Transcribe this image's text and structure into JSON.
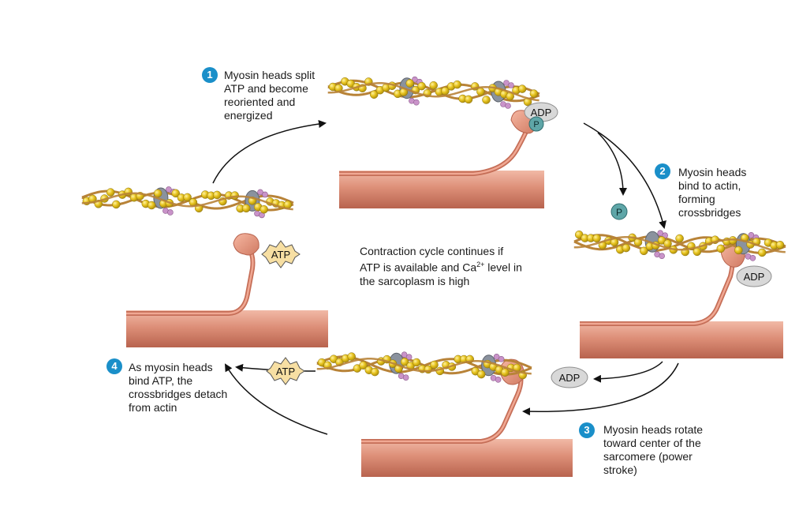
{
  "steps": [
    {
      "number": "1",
      "lines": [
        "Myosin heads split",
        "ATP and become",
        "reoriented and",
        "energized"
      ]
    },
    {
      "number": "2",
      "lines": [
        "Myosin heads",
        "bind to actin,",
        "forming",
        "crossbridges"
      ]
    },
    {
      "number": "3",
      "lines": [
        "Myosin heads rotate",
        "toward center of the",
        "sarcomere (power",
        "stroke)"
      ]
    },
    {
      "number": "4",
      "lines": [
        "As myosin heads",
        "bind ATP, the",
        "crossbridges detach",
        "from actin"
      ]
    }
  ],
  "center_note": {
    "line1": "Contraction cycle continues if",
    "line2_pre": "ATP is available and Ca",
    "line2_sup": "2+",
    "line2_post": " level in",
    "line3": "the sarcoplasm is high"
  },
  "molecules": {
    "atp": "ATP",
    "adp": "ADP",
    "phosphate": "P"
  },
  "colors": {
    "thick_filament": "#d98b75",
    "myosin_head": "#e4937c",
    "actin_bead": "#e6c21d",
    "actin_strand": "#b88338",
    "troponin": "#8a929e",
    "tropomyosin_bead": "#c993c9",
    "badge": "#1a8fc9",
    "atp_burst": "#f7dfa3",
    "adp_oval": "#d8d8d8",
    "phosphate": "#5fa6a8"
  }
}
